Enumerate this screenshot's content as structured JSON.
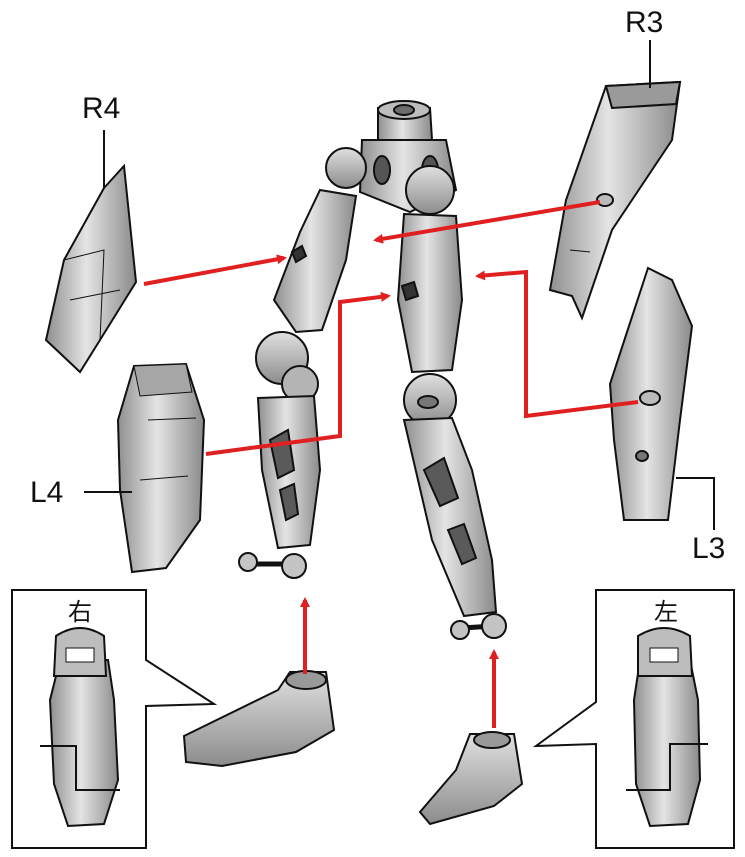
{
  "labels": {
    "r4": "R4",
    "r3": "R3",
    "l4": "L4",
    "l3": "L3"
  },
  "insets": {
    "right": "右",
    "left": "左"
  },
  "colors": {
    "arrow": "#e02020",
    "part_fill": "#c8c8c8",
    "outline": "#111111"
  }
}
